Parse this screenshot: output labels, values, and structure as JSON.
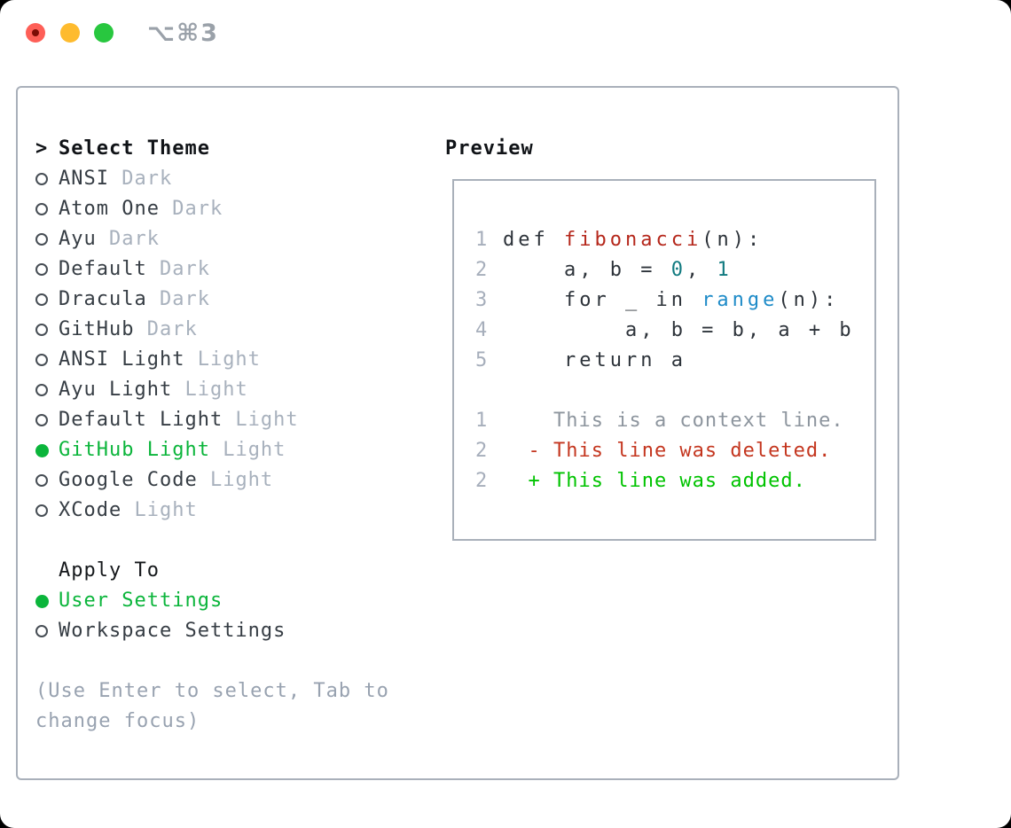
{
  "titlebar": {
    "shortcut": "⌥⌘3",
    "buttons": [
      "close",
      "minimize",
      "zoom"
    ]
  },
  "colors": {
    "selected_green": "#0bb53b",
    "added_green": "#00c300",
    "deleted_red": "#c4361f",
    "context_gray": "#8d959e",
    "lineno_gray": "#a6aebb",
    "code_default": "#2d333a",
    "function_red": "#b5271b",
    "number_teal": "#117a80",
    "builtin_blue": "#1e8bc8",
    "suffix_gray": "#a8b1bd",
    "hint_gray": "#98a2b0",
    "border_gray": "#a9b0ba",
    "traffic_red": "#fe5f57",
    "traffic_yellow": "#febb2e",
    "traffic_green": "#28c73f"
  },
  "left": {
    "header": "Select Theme",
    "prompt": ">",
    "themes": [
      {
        "name": "ANSI",
        "variant": "Dark",
        "selected": false
      },
      {
        "name": "Atom One",
        "variant": "Dark",
        "selected": false
      },
      {
        "name": "Ayu",
        "variant": "Dark",
        "selected": false
      },
      {
        "name": "Default",
        "variant": "Dark",
        "selected": false
      },
      {
        "name": "Dracula",
        "variant": "Dark",
        "selected": false
      },
      {
        "name": "GitHub",
        "variant": "Dark",
        "selected": false
      },
      {
        "name": "ANSI Light",
        "variant": "Light",
        "selected": false
      },
      {
        "name": "Ayu Light",
        "variant": "Light",
        "selected": false
      },
      {
        "name": "Default Light",
        "variant": "Light",
        "selected": false
      },
      {
        "name": "GitHub Light",
        "variant": "Light",
        "selected": true
      },
      {
        "name": "Google Code",
        "variant": "Light",
        "selected": false
      },
      {
        "name": "XCode",
        "variant": "Light",
        "selected": false
      }
    ],
    "apply_to": {
      "header": "Apply To",
      "options": [
        {
          "label": "User Settings",
          "selected": true
        },
        {
          "label": "Workspace Settings",
          "selected": false
        }
      ]
    },
    "hint_lines": [
      "(Use Enter to select, Tab to",
      "change focus)"
    ]
  },
  "preview": {
    "title": "Preview",
    "code_lines": [
      {
        "num": "1",
        "tokens": [
          [
            "def ",
            "default"
          ],
          [
            "fibonacci",
            "func"
          ],
          [
            "(n):",
            "default"
          ]
        ]
      },
      {
        "num": "2",
        "tokens": [
          [
            "    a, b = ",
            "default"
          ],
          [
            "0",
            "num"
          ],
          [
            ", ",
            "default"
          ],
          [
            "1",
            "num"
          ]
        ]
      },
      {
        "num": "3",
        "tokens": [
          [
            "    for _ in ",
            "default"
          ],
          [
            "range",
            "builtin"
          ],
          [
            "(n):",
            "default"
          ]
        ]
      },
      {
        "num": "4",
        "tokens": [
          [
            "        a, b = b, a + b",
            "default"
          ]
        ]
      },
      {
        "num": "5",
        "tokens": [
          [
            "    return a",
            "default"
          ]
        ]
      }
    ],
    "diff_lines": [
      {
        "num": "1",
        "text": "    This is a context line.",
        "kind": "context"
      },
      {
        "num": "2",
        "text": "  - This line was deleted.",
        "kind": "deleted"
      },
      {
        "num": "2",
        "text": "  + This line was added.",
        "kind": "added"
      }
    ]
  }
}
